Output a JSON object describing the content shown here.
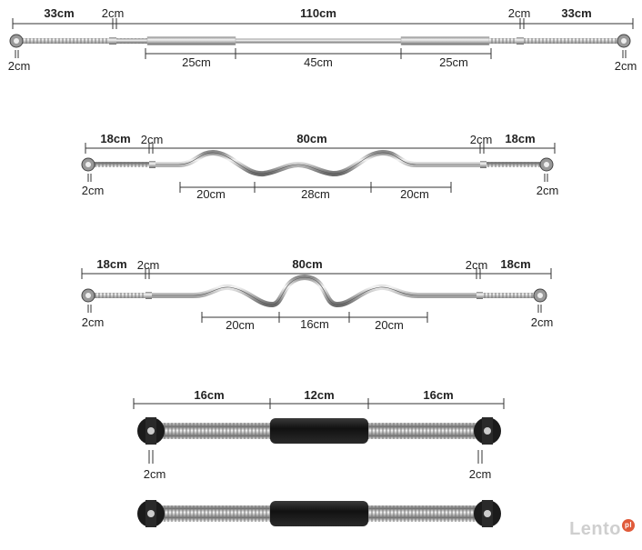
{
  "bar1": {
    "top": [
      "33cm",
      "2cm",
      "110cm",
      "2cm",
      "33cm"
    ],
    "bottom": [
      "25cm",
      "45cm",
      "25cm"
    ],
    "collar_left": "2cm",
    "collar_right": "2cm"
  },
  "bar2": {
    "top": [
      "18cm",
      "2cm",
      "80cm",
      "2cm",
      "18cm"
    ],
    "bottom": [
      "20cm",
      "28cm",
      "20cm"
    ],
    "collar_left": "2cm",
    "collar_right": "2cm"
  },
  "bar3": {
    "top": [
      "18cm",
      "2cm",
      "80cm",
      "2cm",
      "18cm"
    ],
    "bottom": [
      "20cm",
      "16cm",
      "20cm"
    ],
    "collar_left": "2cm",
    "collar_right": "2cm"
  },
  "dumbbell": {
    "top": [
      "16cm",
      "12cm",
      "16cm"
    ],
    "collar_left": "2cm",
    "collar_right": "2cm"
  },
  "watermark": "Lento",
  "watermark_suffix": "pl",
  "colors": {
    "line": "#333333",
    "chrome": "#c9c9c9",
    "grip": "#1e1e1e"
  }
}
